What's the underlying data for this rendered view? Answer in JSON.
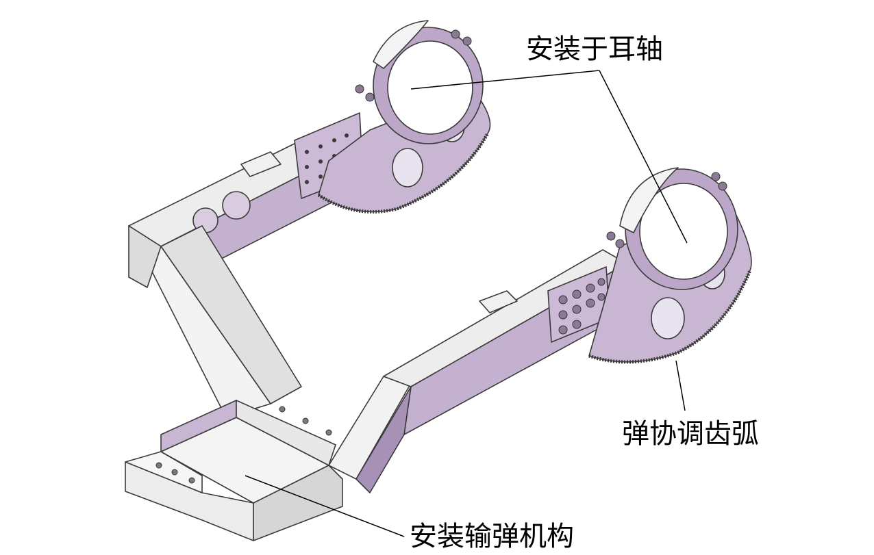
{
  "labels": {
    "trunnion_mount": "安装于耳轴",
    "elevating_arc": "弹协调齿弧",
    "rammer_mount": "安装输弹机构"
  },
  "colors": {
    "face_light": "#f2f2f2",
    "face_mid": "#e2e2e2",
    "face_dark": "#c9c9c9",
    "purple_light": "#d9cbe0",
    "purple_mid": "#c4b1cf",
    "purple_dark": "#a891b6",
    "outline": "#3a3a3a",
    "leader_line": "#000000",
    "background": "#ffffff"
  }
}
